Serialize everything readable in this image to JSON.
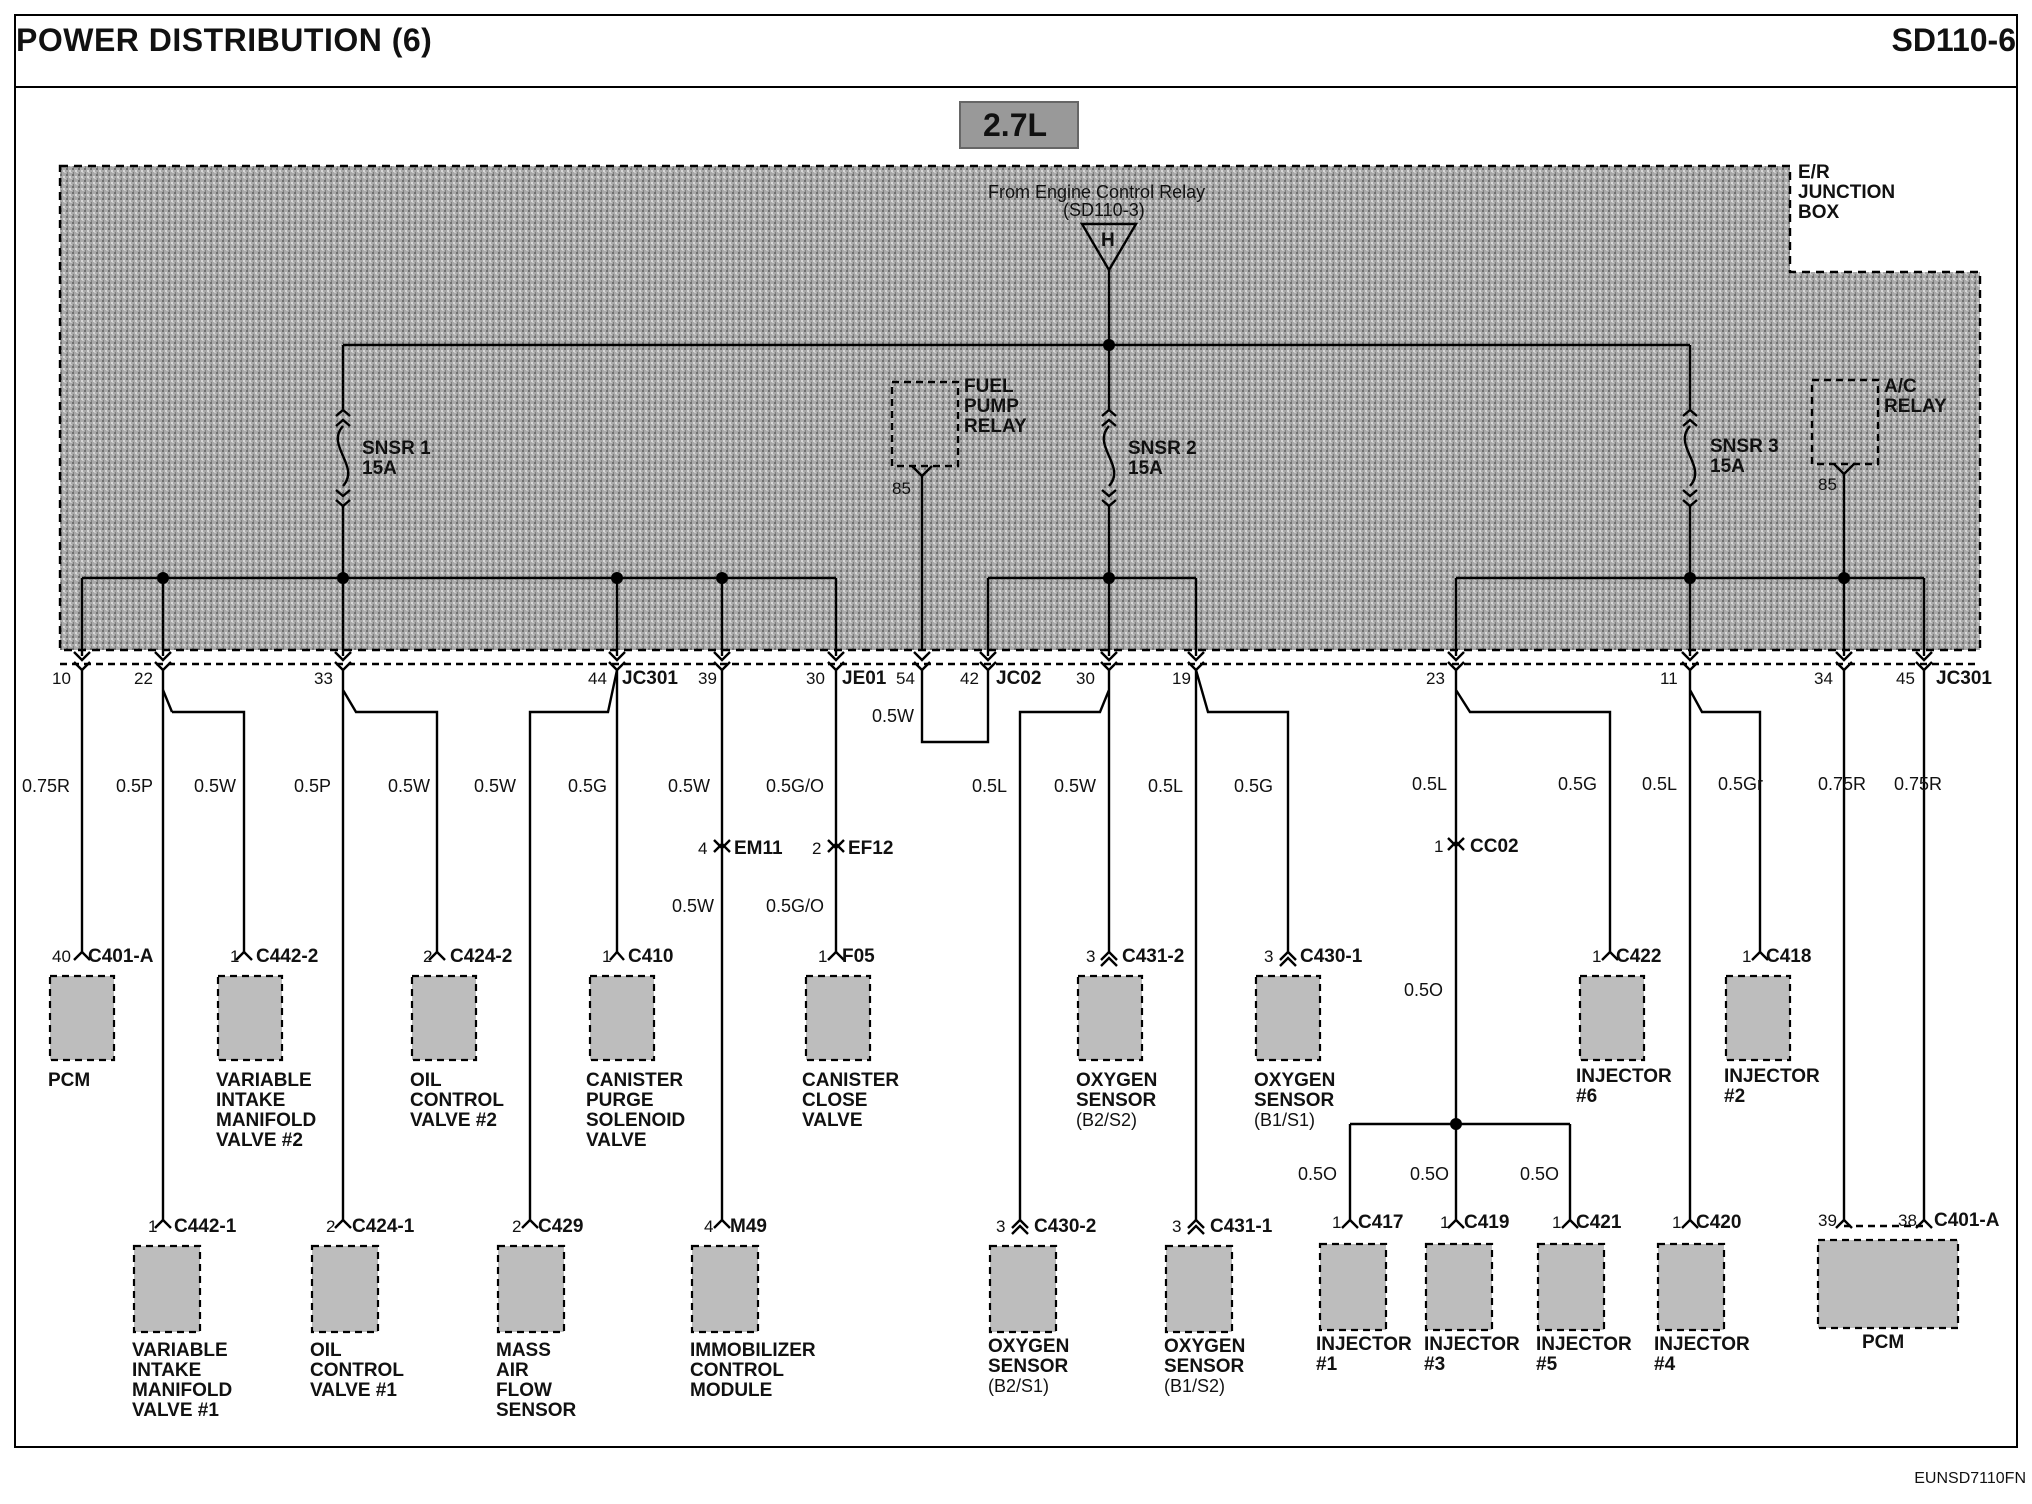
{
  "header": {
    "title": "POWER DISTRIBUTION (6)",
    "page_id": "SD110-6"
  },
  "footer": {
    "code": "EUNSD7110FN"
  },
  "engine_badge": "2.7L",
  "junction_box": {
    "label": "E/R JUNCTION BOX"
  },
  "source": {
    "from_line1": "From Engine Control Relay",
    "from_line2": "(SD110-3)",
    "connector_letter": "H"
  },
  "fuses": [
    {
      "name": "SNSR 1",
      "rating": "15A"
    },
    {
      "name": "SNSR 2",
      "rating": "15A"
    },
    {
      "name": "SNSR 3",
      "rating": "15A"
    }
  ],
  "relays": [
    {
      "name": "FUEL PUMP RELAY",
      "pin": "85"
    },
    {
      "name": "A/C RELAY",
      "pin": "85"
    }
  ],
  "junction_pins": [
    "10",
    "22",
    "33",
    "44",
    "39",
    "30",
    "54",
    "42",
    "30",
    "19",
    "23",
    "11",
    "34",
    "45"
  ],
  "junction_connectors": [
    "JC301",
    "JE01",
    "JC02",
    "JC301"
  ],
  "wires": [
    "0.75R",
    "0.5P",
    "0.5W",
    "0.5P",
    "0.5W",
    "0.5W",
    "0.5G",
    "0.5W",
    "0.5G/O",
    "0.5W",
    "0.5G/O",
    "0.5W",
    "0.5L",
    "0.5W",
    "0.5L",
    "0.5G",
    "0.5L",
    "0.5G",
    "0.5L",
    "0.5Gr",
    "0.75R",
    "0.75R",
    "0.5O",
    "0.5O",
    "0.5O",
    "0.5O"
  ],
  "inline_connectors": [
    {
      "pin": "4",
      "name": "EM11"
    },
    {
      "pin": "2",
      "name": "EF12"
    },
    {
      "pin": "1",
      "name": "CC02"
    }
  ],
  "components": [
    {
      "pin": "40",
      "connector": "C401-A",
      "label": "PCM"
    },
    {
      "pin": "1",
      "connector": "C442-2",
      "label": "VARIABLE INTAKE MANIFOLD VALVE #2"
    },
    {
      "pin": "2",
      "connector": "C424-2",
      "label": "OIL CONTROL VALVE #2"
    },
    {
      "pin": "1",
      "connector": "C410",
      "label": "CANISTER PURGE SOLENOID VALVE"
    },
    {
      "pin": "1",
      "connector": "F05",
      "label": "CANISTER CLOSE VALVE"
    },
    {
      "pin": "3",
      "connector": "C431-2",
      "label": "OXYGEN SENSOR (B2/S2)"
    },
    {
      "pin": "3",
      "connector": "C430-1",
      "label": "OXYGEN SENSOR (B1/S1)"
    },
    {
      "pin": "1",
      "connector": "C422",
      "label": "INJECTOR #6"
    },
    {
      "pin": "1",
      "connector": "C418",
      "label": "INJECTOR #2"
    },
    {
      "pin": "1",
      "connector": "C442-1",
      "label": "VARIABLE INTAKE MANIFOLD VALVE #1"
    },
    {
      "pin": "2",
      "connector": "C424-1",
      "label": "OIL CONTROL VALVE #1"
    },
    {
      "pin": "2",
      "connector": "C429",
      "label": "MASS AIR FLOW SENSOR"
    },
    {
      "pin": "4",
      "connector": "M49",
      "label": "IMMOBILIZER CONTROL MODULE"
    },
    {
      "pin": "3",
      "connector": "C430-2",
      "label": "OXYGEN SENSOR (B2/S1)"
    },
    {
      "pin": "3",
      "connector": "C431-1",
      "label": "OXYGEN SENSOR (B1/S2)"
    },
    {
      "pin": "1",
      "connector": "C417",
      "label": "INJECTOR #1"
    },
    {
      "pin": "1",
      "connector": "C419",
      "label": "INJECTOR #3"
    },
    {
      "pin": "1",
      "connector": "C421",
      "label": "INJECTOR #5"
    },
    {
      "pin": "1",
      "connector": "C420",
      "label": "INJECTOR #4"
    },
    {
      "pin": "39",
      "connector": "",
      "label": ""
    },
    {
      "pin": "38",
      "connector": "C401-A",
      "label": "PCM"
    }
  ]
}
